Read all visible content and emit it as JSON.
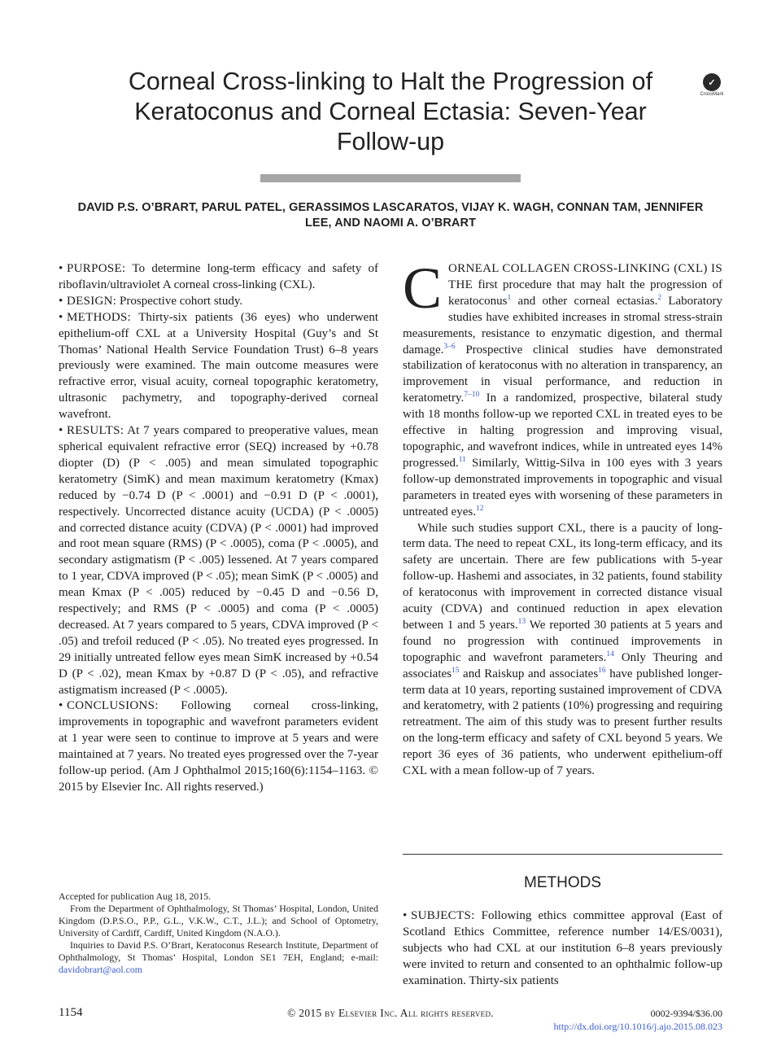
{
  "header": {
    "title": "Corneal Cross-linking to Halt the Progression of Keratoconus and Corneal Ectasia: Seven-Year Follow-up",
    "crossmark_label": "CrossMark",
    "authors": "DAVID P.S. O’BRART, PARUL PATEL, GERASSIMOS LASCARATOS, VIJAY K. WAGH, CONNAN TAM, JENNIFER LEE, AND NAOMI A. O’BRART"
  },
  "abstract": {
    "purpose_label": "PURPOSE:",
    "purpose_text": "To determine long-term efficacy and safety of riboflavin/ultraviolet A corneal cross-linking (CXL).",
    "design_label": "DESIGN:",
    "design_text": "Prospective cohort study.",
    "methods_label": "METHODS:",
    "methods_text": "Thirty-six patients (36 eyes) who underwent epithelium-off CXL at a University Hospital (Guy’s and St Thomas’ National Health Service Foundation Trust) 6–8 years previously were examined. The main outcome measures were refractive error, visual acuity, corneal topographic keratometry, ultrasonic pachymetry, and topography-derived corneal wavefront.",
    "results_label": "RESULTS:",
    "results_text": "At 7 years compared to preoperative values, mean spherical equivalent refractive error (SEQ) increased by +0.78 diopter (D) (P < .005) and mean simulated topographic keratometry (SimK) and mean maximum keratometry (Kmax) reduced by −0.74 D (P < .0001) and −0.91 D (P < .0001), respectively. Uncorrected distance acuity (UCDA) (P < .0005) and corrected distance acuity (CDVA) (P < .0001) had improved and root mean square (RMS) (P < .0005), coma (P < .0005), and secondary astigmatism (P < .005) lessened. At 7 years compared to 1 year, CDVA improved (P < .05); mean SimK (P < .0005) and mean Kmax (P < .005) reduced by −0.45 D and −0.56 D, respectively; and RMS (P < .0005) and coma (P < .0005) decreased. At 7 years compared to 5 years, CDVA improved (P < .05) and trefoil reduced (P < .05). No treated eyes progressed. In 29 initially untreated fellow eyes mean SimK increased by +0.54 D (P < .02), mean Kmax by +0.87 D (P < .05), and refractive astigmatism increased (P < .0005).",
    "conclusions_label": "CONCLUSIONS:",
    "conclusions_text": "Following corneal cross-linking, improvements in topographic and wavefront parameters evident at 1 year were seen to continue to improve at 5 years and were maintained at 7 years. No treated eyes progressed over the 7-year follow-up period.",
    "citation": "(Am J Ophthalmol 2015;160(6):1154–1163. © 2015 by Elsevier Inc. All rights reserved.)"
  },
  "footnote": {
    "accepted": "Accepted for publication Aug 18, 2015.",
    "from": "From the Department of Ophthalmology, St Thomas’ Hospital, London, United Kingdom (D.P.S.O., P.P., G.L., V.K.W., C.T., J.L.); and School of Optometry, University of Cardiff, Cardiff, United Kingdom (N.A.O.).",
    "inquiries": "Inquiries to David P.S. O’Brart, Keratoconus Research Institute, Department of Ophthalmology, St Thomas’ Hospital, London SE1 7EH, England; e-mail:",
    "email": "davidobrart@aol.com"
  },
  "intro": {
    "dropcap": "C",
    "lead_smallcaps": "ORNEAL COLLAGEN CROSS-LINKING (CXL) IS THE",
    "p1_a": "first procedure that may halt the progression of keratoconus",
    "ref1": "1",
    "p1_b": "and other corneal ectasias.",
    "ref2": "2",
    "p1_c": "Laboratory studies have exhibited increases in stromal stress-strain measurements, resistance to enzymatic digestion, and thermal damage.",
    "ref3": "3–6",
    "p1_d": "Prospective clinical studies have demonstrated stabilization of keratoconus with no alteration in transparency, an improvement in visual performance, and reduction in keratometry.",
    "ref4": "7–10",
    "p1_e": "In a randomized, prospective, bilateral study with 18 months follow-up we reported CXL in treated eyes to be effective in halting progression and improving visual, topographic, and wavefront indices, while in untreated eyes 14% progressed.",
    "ref5": "11",
    "p1_f": "Similarly, Wittig-Silva in 100 eyes with 3 years follow-up demonstrated improvements in topographic and visual parameters in treated eyes with worsening of these parameters in untreated eyes.",
    "ref6": "12",
    "p2_a": "While such studies support CXL, there is a paucity of long-term data. The need to repeat CXL, its long-term efficacy, and its safety are uncertain. There are few publications with 5-year follow-up. Hashemi and associates, in 32 patients, found stability of keratoconus with improvement in corrected distance visual acuity (CDVA) and continued reduction in apex elevation between 1 and 5 years.",
    "ref7": "13",
    "p2_b": "We reported 30 patients at 5 years and found no progression with continued improvements in topographic and wavefront parameters.",
    "ref8": "14",
    "p2_c": "Only Theuring and associates",
    "ref9": "15",
    "p2_d": "and Raiskup and associates",
    "ref10": "16",
    "p2_e": "have published longer-term data at 10 years, reporting sustained improvement of CDVA and keratometry, with 2 patients (10%) progressing and requiring retreatment. The aim of this study was to present further results on the long-term efficacy and safety of CXL beyond 5 years. We report 36 eyes of 36 patients, who underwent epithelium-off CXL with a mean follow-up of 7 years."
  },
  "methods": {
    "heading": "METHODS",
    "subjects_label": "SUBJECTS:",
    "subjects_text": "Following ethics committee approval (East of Scotland Ethics Committee, reference number 14/ES/0031), subjects who had CXL at our institution 6–8 years previously were invited to return and consented to an ophthalmic follow-up examination. Thirty-six patients"
  },
  "footer": {
    "page_number": "1154",
    "copyright": "© 2015 by Elsevier Inc. All rights reserved.",
    "issn": "0002-9394/$36.00",
    "doi": "http://dx.doi.org/10.1016/j.ajo.2015.08.023"
  },
  "colors": {
    "link": "#3a5bd0",
    "title_bar": "#a6a6a6",
    "text": "#1a1a1a"
  }
}
